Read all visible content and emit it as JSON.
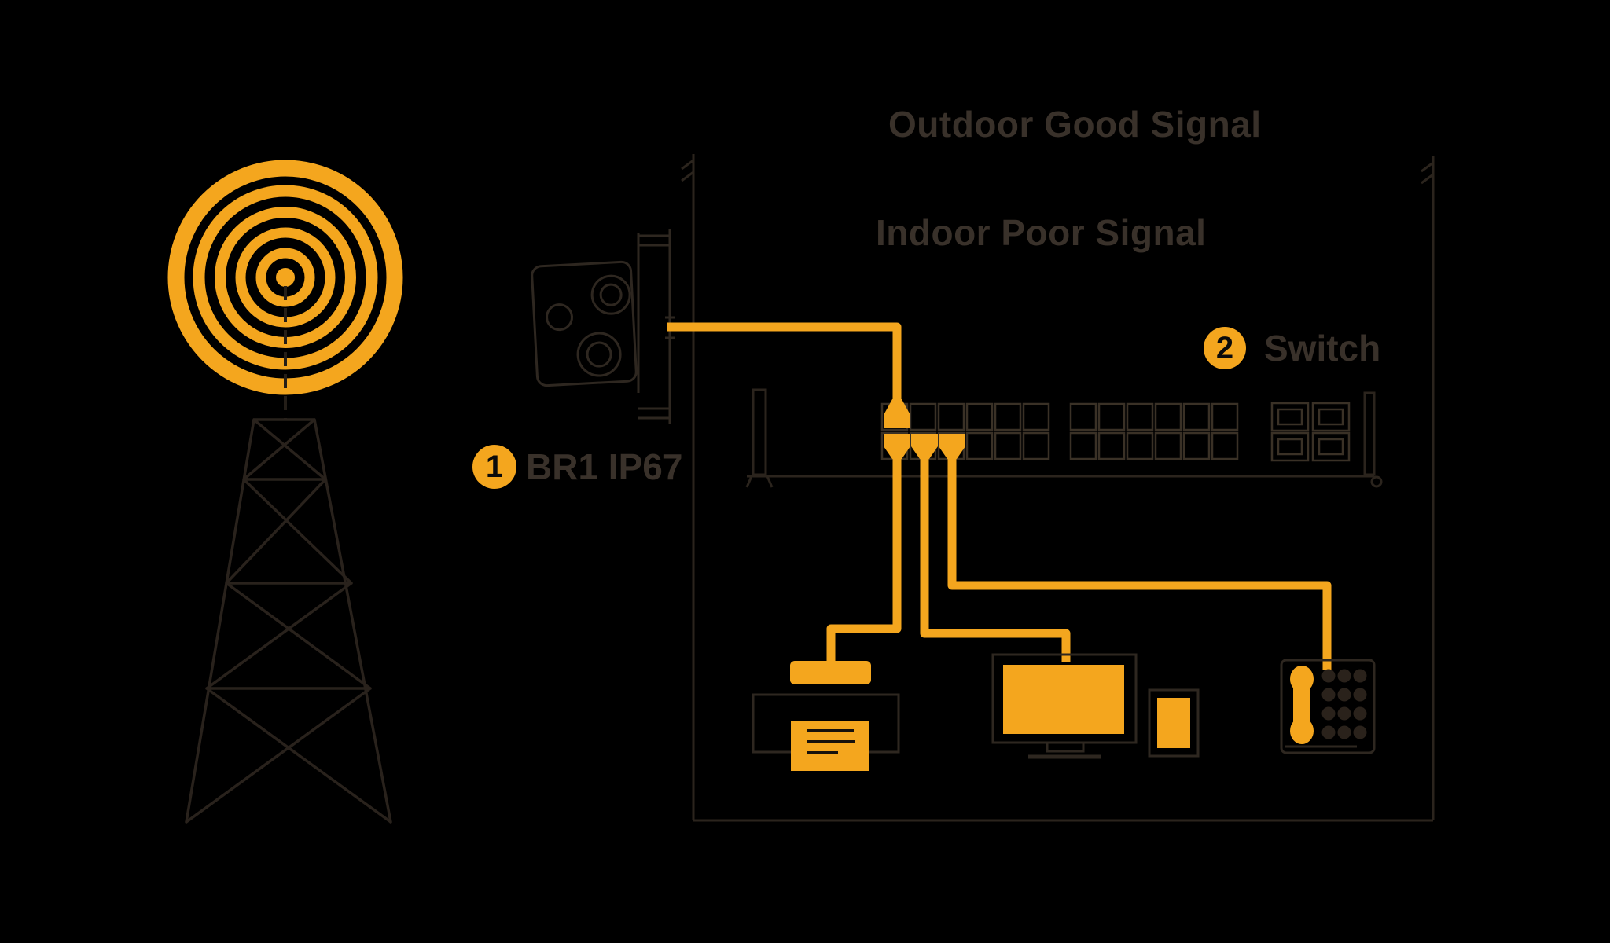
{
  "colors": {
    "background": "#000000",
    "accent_yellow": "#F4A61E",
    "outline_dark": "#2B241D",
    "port_outline": "#3A3126",
    "label_text": "#39312A",
    "badge_number": "#0B0B0B"
  },
  "titles": {
    "outdoor": "Outdoor Good Signal",
    "indoor": "Indoor Poor Signal"
  },
  "steps": {
    "step1": {
      "number": "1",
      "label": "BR1 IP67"
    },
    "step2": {
      "number": "2",
      "label": "Switch"
    }
  }
}
